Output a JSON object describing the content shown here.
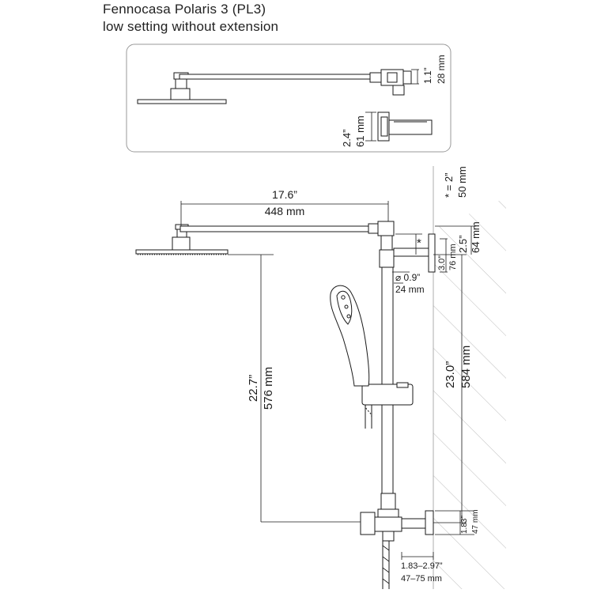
{
  "header": {
    "title": "Fennocasa Polaris 3 (PL3)",
    "subtitle": "low setting without extension"
  },
  "inset": {
    "dim_1_1_in": "1.1”",
    "dim_28_mm": "28 mm",
    "dim_2_4_in": "2.4”",
    "dim_61_mm": "61 mm"
  },
  "main": {
    "arm_length_in": "17.6”",
    "arm_length_mm": "448 mm",
    "star_note_in": "* = 2”",
    "star_note_mm": "50 mm",
    "star_symbol": "*",
    "bracket_in": "2.5”",
    "bracket_mm": "64 mm",
    "offset_in": "3.0”",
    "offset_mm": "76 mm",
    "tube_dia_in": "⌀ 0.9”",
    "tube_dia_mm": "24 mm",
    "rail_in": "23.0”",
    "rail_mm": "584 mm",
    "drop_in": "22.7”",
    "drop_mm": "576 mm",
    "valve_in": "1.83”",
    "valve_mm": "47 mm",
    "range_in": "1.83–2.97”",
    "range_mm": "47–75 mm"
  }
}
